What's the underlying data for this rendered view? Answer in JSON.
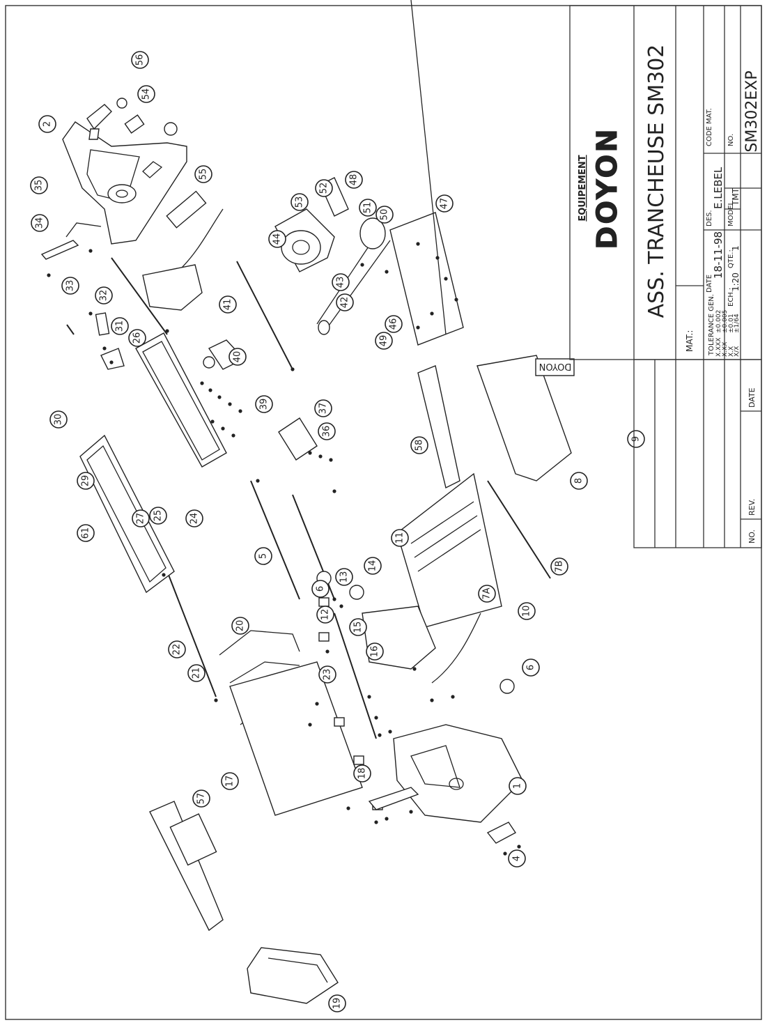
{
  "title_block": {
    "brand_small": "EQUIPEMENT",
    "brand_logo": "DOYON",
    "drawing_title": "ASS. TRANCHEUSE SM302",
    "mat_label": "MAT.:",
    "tolerance_header": "TOLERANCE GEN.",
    "tolerances": [
      {
        "fmt": "X.XXX",
        "val": "±0.002"
      },
      {
        "fmt": "X.XX",
        "val": "±0.005"
      },
      {
        "fmt": "X.X",
        "val": "±0.01"
      },
      {
        "fmt": "X/X",
        "val": "±1/64"
      }
    ],
    "date_label": "DATE",
    "date_value": "18-11-98",
    "des_label": "DES.",
    "des_value": "E.LEBEL",
    "code_mat_label": "CODE MAT.",
    "ech_label": "ECH.:",
    "ech_value": "1:20",
    "qte_label": "QTE.:",
    "qte_value": "1",
    "model_label": "MODEL",
    "model_value": "TMT",
    "no_label": "NO.",
    "no_value": "SM302EXP",
    "rev_no_label": "NO.",
    "rev_label": "REV.",
    "rev_date_label": "DATE"
  },
  "plate_stamp": "DOYON",
  "part_labels": [
    "1",
    "2",
    "4",
    "5",
    "6",
    "6",
    "7A",
    "7B",
    "8",
    "9",
    "10",
    "11",
    "12",
    "13",
    "14",
    "15",
    "16",
    "17",
    "18",
    "19",
    "20",
    "21",
    "22",
    "23",
    "24",
    "25",
    "26",
    "27",
    "29",
    "30",
    "31",
    "32",
    "33",
    "34",
    "35",
    "36",
    "37",
    "39",
    "40",
    "41",
    "42",
    "43",
    "44",
    "46",
    "47",
    "48",
    "49",
    "50",
    "51",
    "52",
    "53",
    "54",
    "55",
    "56",
    "57",
    "58",
    "61"
  ]
}
